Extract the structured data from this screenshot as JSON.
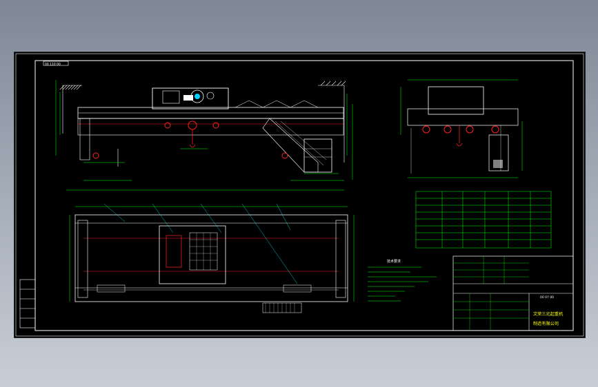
{
  "drawing": {
    "scale_block": "00 110 00",
    "title_block": {
      "company_line1": "文荣三北起重机",
      "company_line2": "制造有限公司",
      "drawing_number": "00 07 00"
    },
    "notes_heading": "技术要求"
  },
  "colors": {
    "background": "#000000",
    "frame": "#ffffff",
    "outline": "#ffffff",
    "dimension": "#00ff00",
    "hidden": "#ff2020",
    "leader": "#00ffff",
    "annotation": "#ffff00"
  }
}
